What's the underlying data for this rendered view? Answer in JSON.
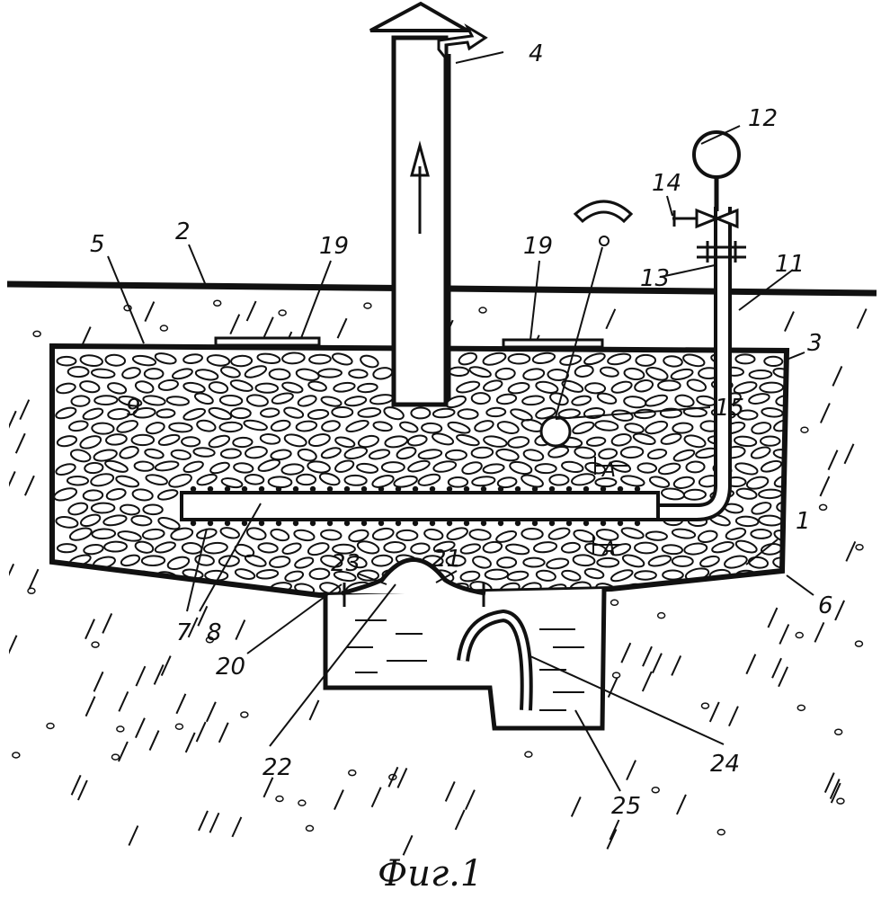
{
  "caption": "Фиг.1",
  "labels": {
    "l1": "1",
    "l2": "2",
    "l3": "3",
    "l4": "4",
    "l5": "5",
    "l6": "6",
    "l7": "7",
    "l8": "8",
    "l9": "9",
    "l11": "11",
    "l12": "12",
    "l13": "13",
    "l14": "14",
    "l15": "15",
    "l19a": "19",
    "l19b": "19",
    "l20": "20",
    "l21": "21",
    "l22": "22",
    "l23": "23",
    "l24": "24",
    "l25": "25",
    "secA1": "A",
    "secA2": "A"
  }
}
